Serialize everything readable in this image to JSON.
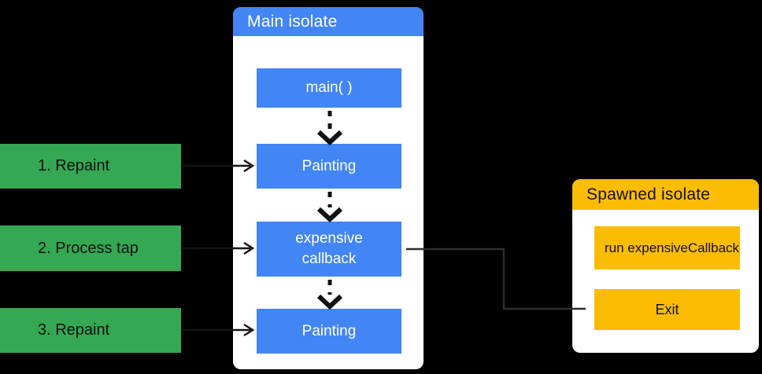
{
  "colors": {
    "background": "#000000",
    "panel": "#FFFFFF",
    "blue": "#4285F4",
    "green": "#34A853",
    "yellow": "#FBBC04",
    "line_dark": "#141414",
    "line_gray": "#3a3a3a"
  },
  "main_isolate": {
    "title": "Main isolate",
    "nodes": [
      {
        "label": "main( )"
      },
      {
        "label": "Painting"
      },
      {
        "label": "expensive\ncallback"
      },
      {
        "label": "Painting"
      }
    ]
  },
  "steps": [
    {
      "label": "1. Repaint"
    },
    {
      "label": "2. Process tap"
    },
    {
      "label": "3. Repaint"
    }
  ],
  "spawned_isolate": {
    "title": "Spawned isolate",
    "nodes": [
      {
        "label": "run expensiveCallback"
      },
      {
        "label": "Exit"
      }
    ]
  }
}
